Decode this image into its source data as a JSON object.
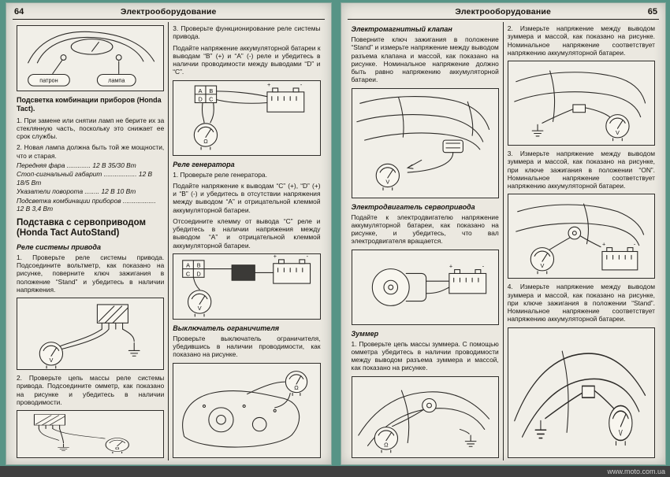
{
  "footer": {
    "watermark": "www.moto.com.ua"
  },
  "labels": {
    "patron": "патрон",
    "lampa": "лампа",
    "A": "A",
    "B": "B",
    "C": "C",
    "D": "D",
    "V": "V",
    "ohm": "Ω",
    "plus": "+",
    "minus": "-"
  },
  "page64": {
    "num": "64",
    "title": "Электрооборудование",
    "col1": {
      "h_bulbs": "Подсветка комбинации приборов (Honda Tact).",
      "p1": "1. При замене или снятии ламп не берите их за стеклянную часть, поскольку это снижает ее срок службы.",
      "p2": "2. Новая лампа должна быть той же мощности, что и старая.",
      "specs": [
        "Передняя фара ............. 12 В 35/30 Вт",
        "Стоп-сигнальный габарит .................. 12 В 18/5 Вт",
        "Указатели поворота ........ 12 В 10 Вт",
        "Подсветка комбинации приборов .................. 12 В 3,4 Вт"
      ],
      "h_stand": "Подставка с сервоприводом (Honda Tact AutoStand)",
      "sub_relay": "Реле системы привода",
      "p3": "1. Проверьте реле системы привода. Подсоедините вольтметр, как показано на рисунке, поверните ключ зажигания в положение “Stand” и убедитесь в наличии напряжения.",
      "p4": "2. Проверьте цепь массы реле системы привода. Подсоедините омметр, как показано на рисунке и убедитесь в наличии проводимости."
    },
    "col2": {
      "p1": "3. Проверьте функционирование реле системы привода.",
      "p2": "Подайте напряжение аккумуляторной батареи к выводам “B” (+) и “A” (-) реле и убедитесь в наличии проводимости между выводами “D” и “C”.",
      "sub_gen": "Реле генератора",
      "p3": "1. Проверьте реле генератора.",
      "p4": "Подайте напряжение к выводам “C” (+), “D” (+) и “B” (-) и убедитесь в отсутствии напряжения между выводом “A” и отрицательной клеммой аккумуляторной батареи.",
      "p5": "Отсоедините клемму от вывода “C” реле и убедитесь в наличии напряжения между выводом “A” и отрицательной клеммой аккумуляторной батареи.",
      "sub_lim": "Выключатель ограничителя",
      "p6": "Проверьте выключатель ограничителя, убедившись в наличии проводимости, как показано на рисунке."
    }
  },
  "page65": {
    "num": "65",
    "title": "Электрооборудование",
    "col1": {
      "sub_valve": "Электромагнитный клапан",
      "p1": "Поверните ключ зажигания в положение “Stand” и измерьте напряжение между выводом разъема клапана и массой, как показано на рисунке. Номинальное напряжение должно быть равно напряжению аккумуляторной батареи.",
      "sub_motor": "Электродвигатель сервопривода",
      "p2": "Подайте к электродвигателю напряжение аккумуляторной батареи, как показано на рисунке, и убедитесь, что вал электродвигателя вращается.",
      "sub_buzzer": "Зуммер",
      "p3": "1. Проверьте цепь массы зуммера. С помощью омметра убедитесь в наличии проводимости между выводом разъема зуммера и массой, как показано на рисунке."
    },
    "col2": {
      "p1": "2. Измерьте напряжение между выводом зуммера и массой, как показано на рисунке. Номинальное напряжение соответствует напряжению аккумуляторной батареи.",
      "p2": "3. Измерьте напряжение между выводом зуммера и массой, как показано на рисунке, при ключе зажигания в положении “ON”. Номинальное напряжение соответствует напряжению аккумуляторной батареи.",
      "p3": "4. Измерьте напряжение между выводом зуммера и массой, как показано на рисунке, при ключе зажигания в положении “Stand”. Номинальное напряжение соответствует напряжению аккумуляторной батареи."
    }
  }
}
